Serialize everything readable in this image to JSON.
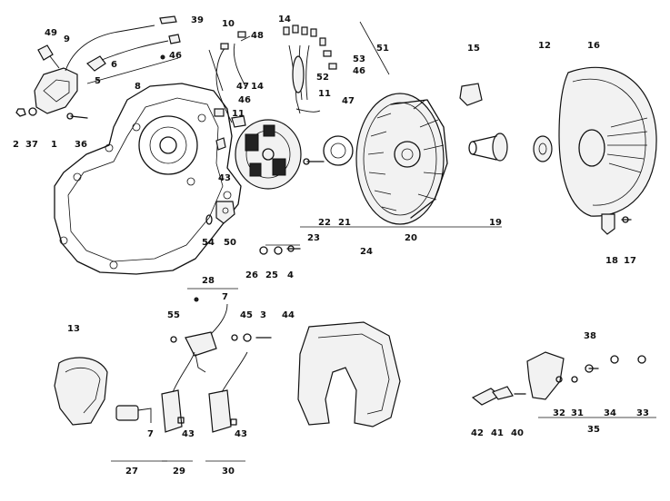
{
  "diagram": {
    "background": "#ffffff",
    "ink": "#111111",
    "labels": {
      "n1": "1",
      "n2": "2",
      "n3": "3",
      "n4": "4",
      "n5": "5",
      "n6": "6",
      "n7a": "7",
      "n7b": "7",
      "n8": "8",
      "n9": "9",
      "n10": "10",
      "n11a": "11",
      "n11b": "11",
      "n12": "12",
      "n13": "13",
      "n14a": "14",
      "n14b": "14",
      "n15": "15",
      "n16": "16",
      "n17": "17",
      "n18": "18",
      "n19": "19",
      "n20": "20",
      "n21": "21",
      "n22": "22",
      "n23": "23",
      "n24": "24",
      "n25": "25",
      "n26": "26",
      "n27": "27",
      "n28": "28",
      "n29": "29",
      "n30": "30",
      "n31": "31",
      "n32": "32",
      "n33": "33",
      "n34": "34",
      "n35": "35",
      "n36": "36",
      "n37": "37",
      "n38": "38",
      "n39": "39",
      "n40": "40",
      "n41": "41",
      "n42": "42",
      "n43a": "43",
      "n43b": "43",
      "n43c": "43",
      "n44": "44",
      "n45": "45",
      "n46a": "46",
      "n46b": "46",
      "n46c": "46",
      "n47a": "47",
      "n47b": "47",
      "n48": "48",
      "n49": "49",
      "n50": "50",
      "n51": "51",
      "n52": "52",
      "n53": "53",
      "n54": "54",
      "n55": "55"
    }
  }
}
